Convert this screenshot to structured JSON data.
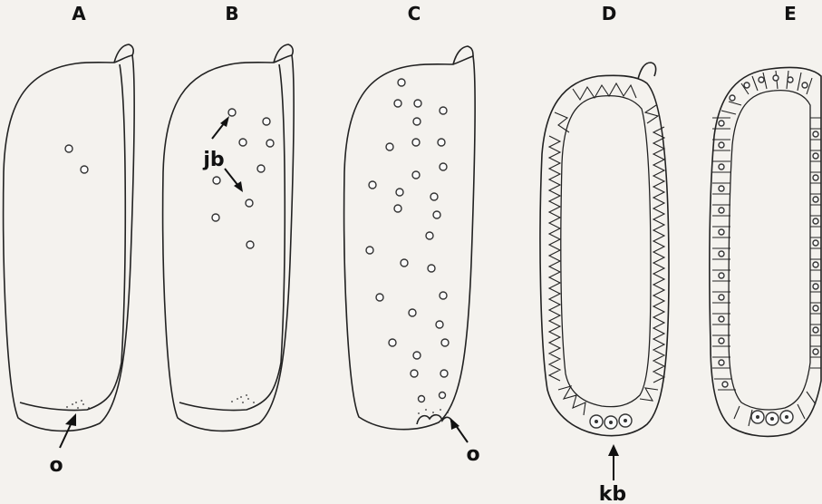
{
  "panels": {
    "a": {
      "label": "A"
    },
    "b": {
      "label": "B"
    },
    "c": {
      "label": "C"
    },
    "d": {
      "label": "D"
    },
    "e": {
      "label": "E"
    }
  },
  "callouts": {
    "a_o": "o",
    "b_jb": "jb",
    "c_o": "o",
    "d_kb": "kb"
  }
}
